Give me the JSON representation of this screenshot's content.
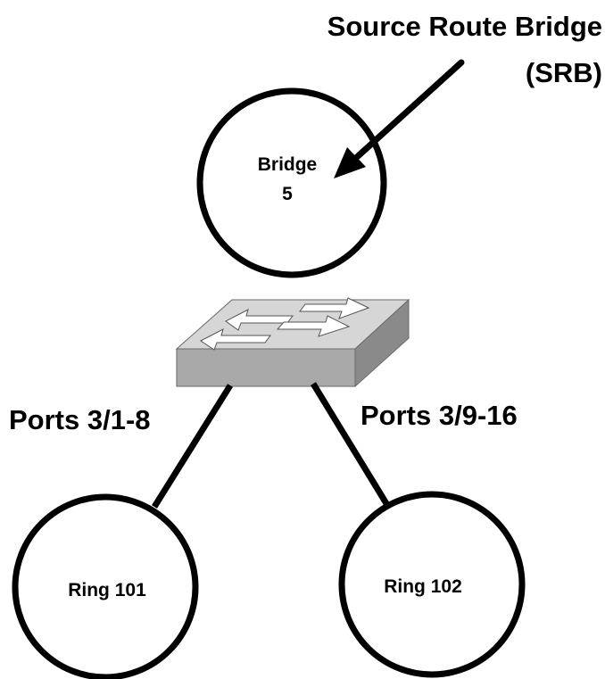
{
  "srb_label": {
    "line1": "Source Route Bridge",
    "line2": "(SRB)"
  },
  "bridge": {
    "line1": "Bridge",
    "line2": "5"
  },
  "switch": {
    "left_ports": "Ports 3/1-8",
    "right_ports": "Ports 3/9-16"
  },
  "rings": [
    {
      "label": "Ring 101"
    },
    {
      "label": "Ring 102"
    }
  ],
  "colors": {
    "stroke": "#000000",
    "switch_top": "#d6d6d6",
    "switch_front": "#a9a9a9",
    "switch_side": "#8a8a8a",
    "arrow_fill": "#ffffff"
  }
}
